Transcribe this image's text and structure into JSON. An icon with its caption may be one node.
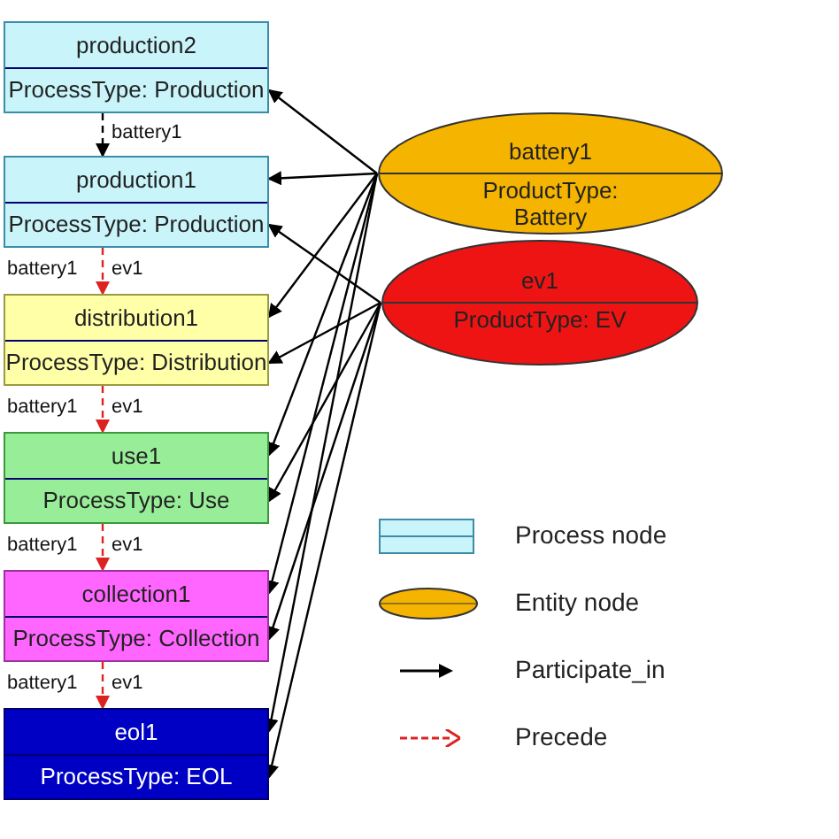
{
  "diagram": {
    "nodes": [
      {
        "text": [
          "production2",
          "ProcessType: Production"
        ]
      },
      {
        "text": [
          "production1",
          "ProcessType: Production"
        ]
      },
      {
        "text": [
          "distribution1",
          "ProcessType: Distribution"
        ]
      },
      {
        "text": [
          "use1",
          "ProcessType: Use"
        ]
      },
      {
        "text": [
          "collection1",
          "ProcessType: Collection"
        ]
      },
      {
        "text": [
          "eol1",
          "ProcessType: EOL"
        ]
      },
      {
        "text": [
          "battery1",
          "ProductType: Battery"
        ]
      },
      {
        "text": [
          "ev1",
          "ProductType: EV"
        ]
      }
    ],
    "edges": [
      {
        "from": 0,
        "to": 1,
        "arrow": "to",
        "label": "battery1",
        "style": "dashed"
      },
      {
        "from": 1,
        "to": 2,
        "arrow": "to",
        "label": "ev1",
        "style": "dashed",
        "color": "#dd2222"
      },
      {
        "from": 2,
        "to": 3,
        "arrow": "to",
        "label": "ev1",
        "style": "dashed",
        "color": "#dd2222"
      },
      {
        "from": 3,
        "to": 4,
        "arrow": "to",
        "label": "ev1",
        "style": "dashed",
        "color": "#dd2222"
      },
      {
        "from": 4,
        "to": 5,
        "arrow": "to",
        "label": "ev1",
        "style": "dashed",
        "color": "#dd2222"
      },
      {
        "from": 6,
        "to": 0,
        "arrow": "to"
      },
      {
        "from": 6,
        "to": 1,
        "arrow": "to"
      },
      {
        "from": 6,
        "to": 2,
        "arrow": "to"
      },
      {
        "from": 6,
        "to": 3,
        "arrow": "to"
      },
      {
        "from": 6,
        "to": 4,
        "arrow": "to"
      },
      {
        "from": 6,
        "to": 5,
        "arrow": "to"
      },
      {
        "from": 7,
        "to": 1,
        "arrow": "to"
      },
      {
        "from": 7,
        "to": 2,
        "arrow": "to"
      },
      {
        "from": 7,
        "to": 3,
        "arrow": "to"
      },
      {
        "from": 7,
        "to": 4,
        "arrow": "to"
      },
      {
        "from": 7,
        "to": 5,
        "arrow": "to"
      }
    ],
    "labels": [
      "battery1",
      "battery1",
      "battery1",
      "battery1"
    ],
    "legend": [
      {
        "text": "Process node"
      },
      {
        "text": "Entity node"
      },
      {
        "text": "Participate_in"
      },
      {
        "text": "Precede"
      }
    ]
  }
}
